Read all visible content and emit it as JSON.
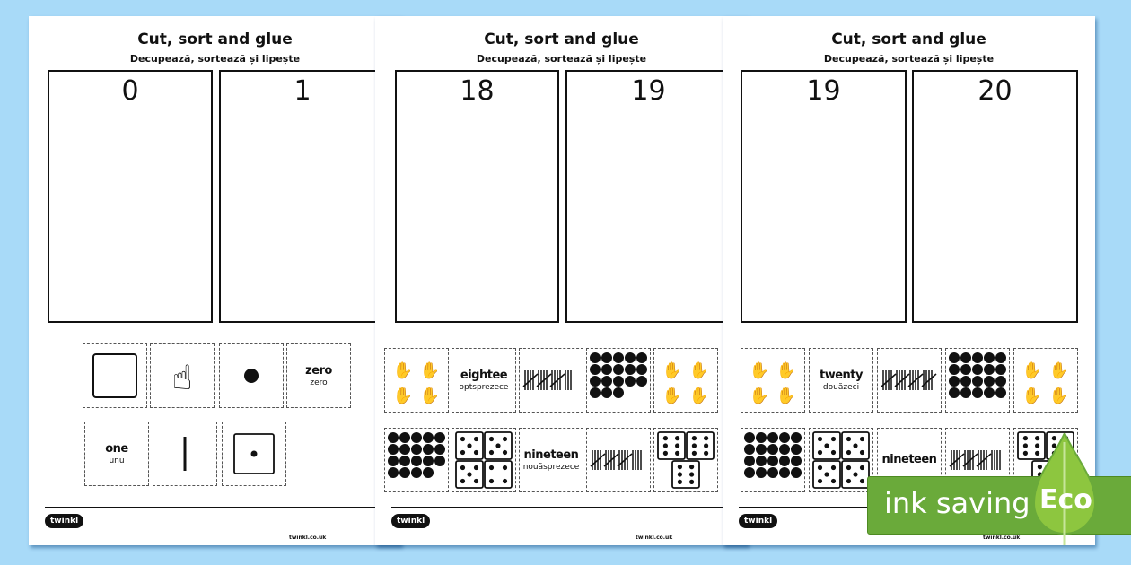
{
  "pages": [
    {
      "title": "Cut, sort and glue",
      "subtitle": "Decupează, sortează și lipește",
      "numbers": [
        "0",
        "1"
      ],
      "footer": {
        "logo": "twinkl",
        "site": "twinkl.co.uk"
      },
      "cards": [
        {
          "type": "square"
        },
        {
          "type": "hand-one"
        },
        {
          "type": "dot"
        },
        {
          "type": "word",
          "word": "zero",
          "trans": "zero"
        },
        {
          "type": "word",
          "word": "one",
          "trans": "unu"
        },
        {
          "type": "tally",
          "count": 1
        },
        {
          "type": "dice",
          "faces": [
            1
          ]
        }
      ]
    },
    {
      "title": "Cut, sort and glue",
      "subtitle": "Decupează, sortează și lipește",
      "numbers": [
        "18",
        "19"
      ],
      "footer": {
        "logo": "twinkl",
        "site": "twinkl.co.uk"
      },
      "cards": [
        {
          "type": "hands"
        },
        {
          "type": "word",
          "word": "eightee",
          "trans": "optsprezece"
        },
        {
          "type": "tally",
          "count": 18
        },
        {
          "type": "dots",
          "count": 18
        },
        {
          "type": "hands"
        },
        {
          "type": "dots",
          "count": 19
        },
        {
          "type": "dice",
          "faces": [
            5,
            5,
            5,
            4
          ]
        },
        {
          "type": "word",
          "word": "nineteen",
          "trans": "nouăsprezece"
        },
        {
          "type": "tally",
          "count": 19
        },
        {
          "type": "dice",
          "faces": [
            6,
            6,
            6
          ]
        }
      ]
    },
    {
      "title": "Cut, sort and glue",
      "subtitle": "Decupează, sortează și lipește",
      "numbers": [
        "19",
        "20"
      ],
      "footer": {
        "logo": "twinkl",
        "site": "twinkl.co.uk"
      },
      "cards": [
        {
          "type": "hands"
        },
        {
          "type": "word",
          "word": "twenty",
          "trans": "douăzeci"
        },
        {
          "type": "tally",
          "count": 20
        },
        {
          "type": "dots",
          "count": 20
        },
        {
          "type": "hands"
        },
        {
          "type": "dots",
          "count": 20
        },
        {
          "type": "dice",
          "faces": [
            5,
            5,
            5,
            5
          ]
        },
        {
          "type": "word",
          "word": "nineteen",
          "trans": ""
        },
        {
          "type": "tally",
          "count": 19
        },
        {
          "type": "dice",
          "faces": [
            6,
            6,
            6
          ]
        }
      ]
    }
  ],
  "badge": {
    "text": "ink saving",
    "eco": "Eco",
    "color": "#6aaa3a",
    "drop_color": "#8dc63f"
  }
}
